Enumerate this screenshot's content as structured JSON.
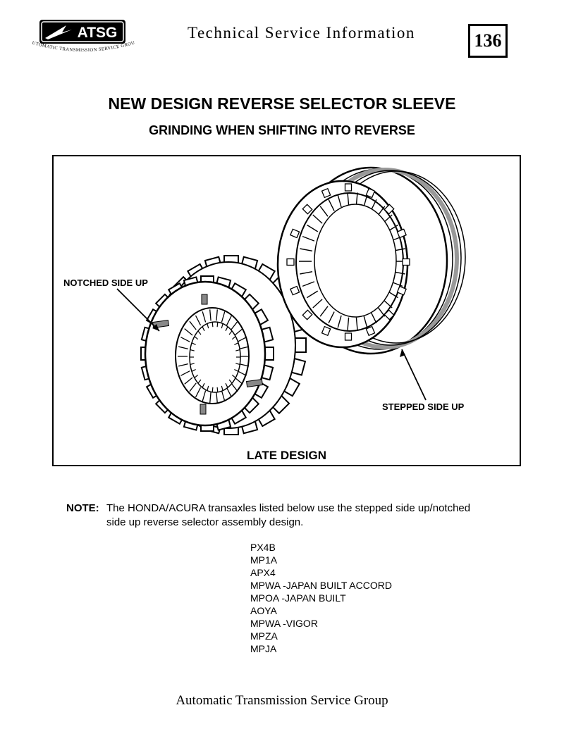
{
  "header": {
    "logo_text": "ATSG",
    "logo_tagline": "AUTOMATIC TRANSMISSION SERVICE GROUP",
    "title": "Technical Service Information",
    "page_number": "136"
  },
  "document": {
    "title": "NEW DESIGN REVERSE SELECTOR SLEEVE",
    "subtitle": "GRINDING WHEN SHIFTING INTO REVERSE"
  },
  "figure": {
    "label_left": "NOTCHED SIDE UP",
    "label_right": "STEPPED SIDE UP",
    "caption": "LATE DESIGN"
  },
  "note": {
    "label": "NOTE:",
    "line1": "The HONDA/ACURA transaxles listed below use the stepped side up/notched",
    "line2": "side up reverse selector assembly design."
  },
  "models": [
    "PX4B",
    "MP1A",
    "APX4",
    "MPWA -JAPAN BUILT ACCORD",
    "MPOA -JAPAN BUILT",
    "AOYA",
    "MPWA -VIGOR",
    "MPZA",
    "MPJA"
  ],
  "footer": {
    "text": "Automatic Transmission Service Group"
  }
}
